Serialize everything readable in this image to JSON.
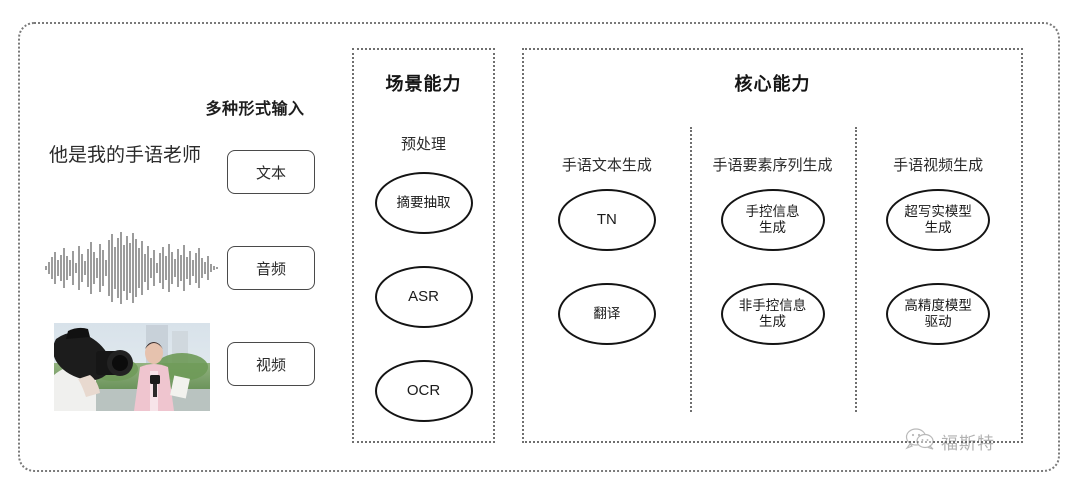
{
  "diagram": {
    "input_section": {
      "heading": "多种形式输入",
      "sample_text": "他是我的手语老师",
      "modalities": [
        {
          "label": "文本",
          "media": "text"
        },
        {
          "label": "音频",
          "media": "audio-waveform"
        },
        {
          "label": "视频",
          "media": "video-thumbnail"
        }
      ]
    },
    "scene_capability": {
      "title": "场景能力",
      "subtitle": "预处理",
      "nodes": [
        {
          "label": "摘要抽取",
          "script": "cjk"
        },
        {
          "label": "ASR",
          "script": "latin"
        },
        {
          "label": "OCR",
          "script": "latin"
        }
      ]
    },
    "core_capability": {
      "title": "核心能力",
      "columns": [
        {
          "label": "手语文本生成",
          "nodes": [
            {
              "label": "TN",
              "script": "latin"
            },
            {
              "label": "翻译",
              "script": "cjk"
            }
          ]
        },
        {
          "label": "手语要素序列生成",
          "nodes": [
            {
              "label": "手控信息\n生成",
              "script": "cjk"
            },
            {
              "label": "非手控信息\n生成",
              "script": "cjk"
            }
          ]
        },
        {
          "label": "手语视频生成",
          "nodes": [
            {
              "label": "超写实模型\n生成",
              "script": "cjk"
            },
            {
              "label": "高精度模型\n驱动",
              "script": "cjk"
            }
          ]
        }
      ]
    },
    "watermark": {
      "text": "福斯特",
      "icon": "wechat-icon"
    },
    "colors": {
      "frame_dash": "#7a7a7a",
      "node_stroke": "#141414",
      "text": "#2b2b2b",
      "background": "#ffffff"
    }
  }
}
